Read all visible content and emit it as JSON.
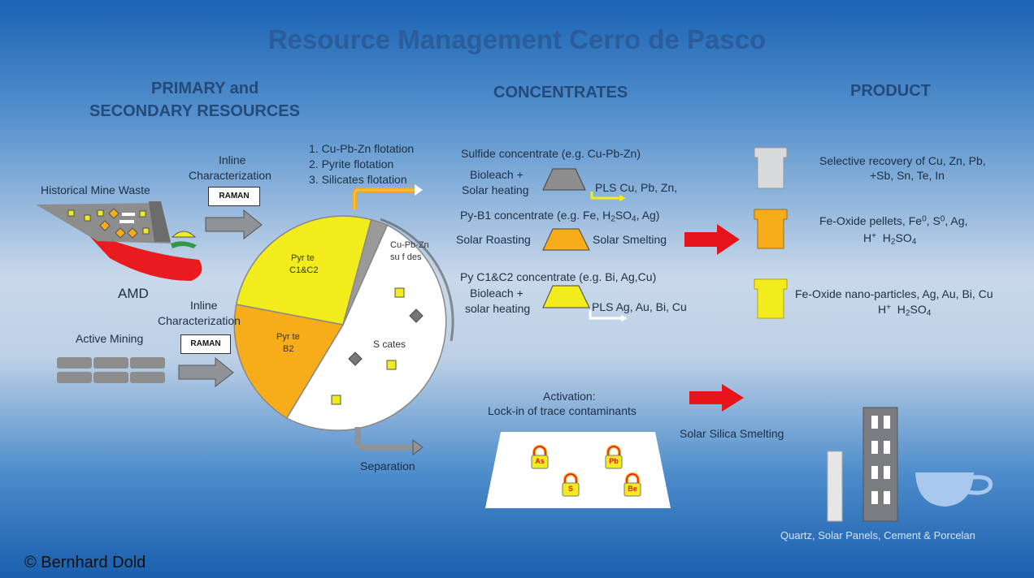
{
  "title": "Resource Management Cerro de Pasco",
  "headers": {
    "primary_line1": "PRIMARY and",
    "primary_line2": "SECONDARY RESOURCES",
    "concentrates": "CONCENTRATES",
    "product": "PRODUCT"
  },
  "left": {
    "historical_mine_waste": "Historical Mine Waste",
    "amd": "AMD",
    "active_mining": "Active Mining",
    "inline_1": "Inline",
    "characterization": "Characterization",
    "raman": "RAMAN"
  },
  "flotation": {
    "step1": "1. Cu-Pb-Zn flotation",
    "step2": "2. Pyrite flotation",
    "step3": "3. Silicates flotation"
  },
  "pie": {
    "pyrite_c1c2_line1": "Pyr te",
    "pyrite_c1c2_line2": "C1&C2",
    "pyrite_b2_line1": "Pyr te",
    "pyrite_b2_line2": "B2",
    "sulfides_line1": "Cu-Pb-Zn",
    "sulfides_line2": "su f des",
    "silicates": "S cates",
    "separation": "Separation"
  },
  "concentrates": {
    "sulfide_title": "Sulfide concentrate (e.g. Cu-Pb-Zn)",
    "bioleach_1": "Bioleach +",
    "solar_heating_1": "Solar heating",
    "pls_1": "PLS Cu, Pb, Zn,",
    "pyb1_title_pre": "Py-B1 concentrate (e.g. Fe, H",
    "pyb1_sub1": "2",
    "pyb1_mid": "SO",
    "pyb1_sub2": "4",
    "pyb1_post": ", Ag)",
    "solar_roasting": "Solar Roasting",
    "solar_smelting": "Solar Smelting",
    "pyc_title": "Py C1&C2 concentrate (e.g. Bi, Ag,Cu)",
    "bioleach_2": "Bioleach +",
    "solar_heating_2": "solar heating",
    "pls_2": "PLS Ag, Au, Bi, Cu",
    "activation_1": "Activation:",
    "activation_2": "Lock-in of trace contaminants",
    "solar_silica": "Solar Silica Smelting"
  },
  "products": {
    "p1_line1": "Selective recovery of Cu, Zn, Pb,",
    "p1_line2": "+Sb, Sn, Te, In",
    "p2_line1_pre": "Fe-Oxide pellets, Fe",
    "p2_sup1": "0",
    "p2_mid": ", S",
    "p2_sup2": "0",
    "p2_post": ", Ag,",
    "p2_line2_pre": "H",
    "p2_sup3": "+",
    "p2_line2_mid": "  H",
    "p2_sub1": "2",
    "p2_line2_post": "SO",
    "p2_sub2": "4",
    "p3_line1": "Fe-Oxide nano-particles, Ag, Au, Bi, Cu",
    "p3_line2_pre": "H",
    "p3_sup": "+",
    "p3_line2_mid": "  H",
    "p3_sub1": "2",
    "p3_line2_post": "SO",
    "p3_sub2": "4",
    "silica_products": "Quartz, Solar Panels, Cement & Porcelan"
  },
  "locks": [
    "As",
    "Pb",
    "S",
    "Be"
  ],
  "copyright": "© Bernhard Dold",
  "colors": {
    "yellow": "#f3ec1c",
    "orange": "#f7ad19",
    "gray": "#8a8a8a",
    "red": "#e8141c",
    "white": "#ffffff"
  }
}
